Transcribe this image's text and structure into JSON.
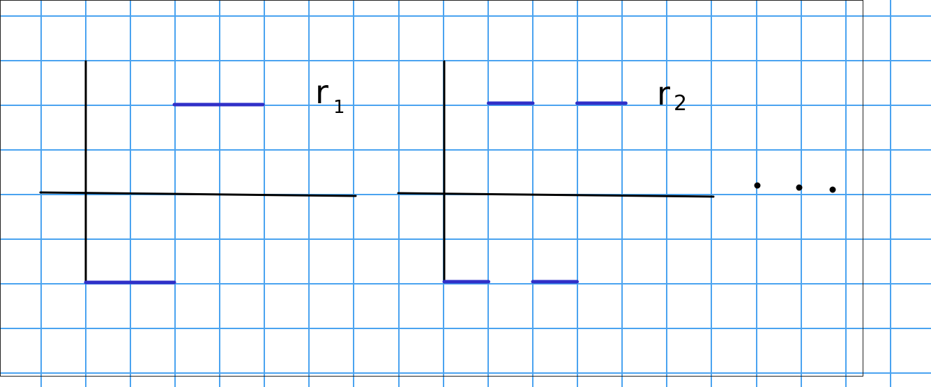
{
  "colors": {
    "grid": "#4aa3f0",
    "axis": "#000000",
    "segment": "#3030c8",
    "background": "#ffffff",
    "frame": "#222222"
  },
  "panels": [
    {
      "id": "r1",
      "label_letter": "r",
      "label_subscript": "1",
      "segments": [
        {
          "level": "high",
          "from_unit": 2,
          "to_unit": 4
        },
        {
          "level": "low",
          "from_unit": 0,
          "to_unit": 2
        }
      ]
    },
    {
      "id": "r2",
      "label_letter": "r",
      "label_subscript": "2",
      "segments": [
        {
          "level": "high",
          "from_unit": 1,
          "to_unit": 2
        },
        {
          "level": "high",
          "from_unit": 3,
          "to_unit": 4.1
        },
        {
          "level": "low",
          "from_unit": 0,
          "to_unit": 1
        },
        {
          "level": "low",
          "from_unit": 2,
          "to_unit": 3
        }
      ]
    }
  ],
  "continuation": {
    "dots": 3,
    "meaning": "ellipsis"
  }
}
